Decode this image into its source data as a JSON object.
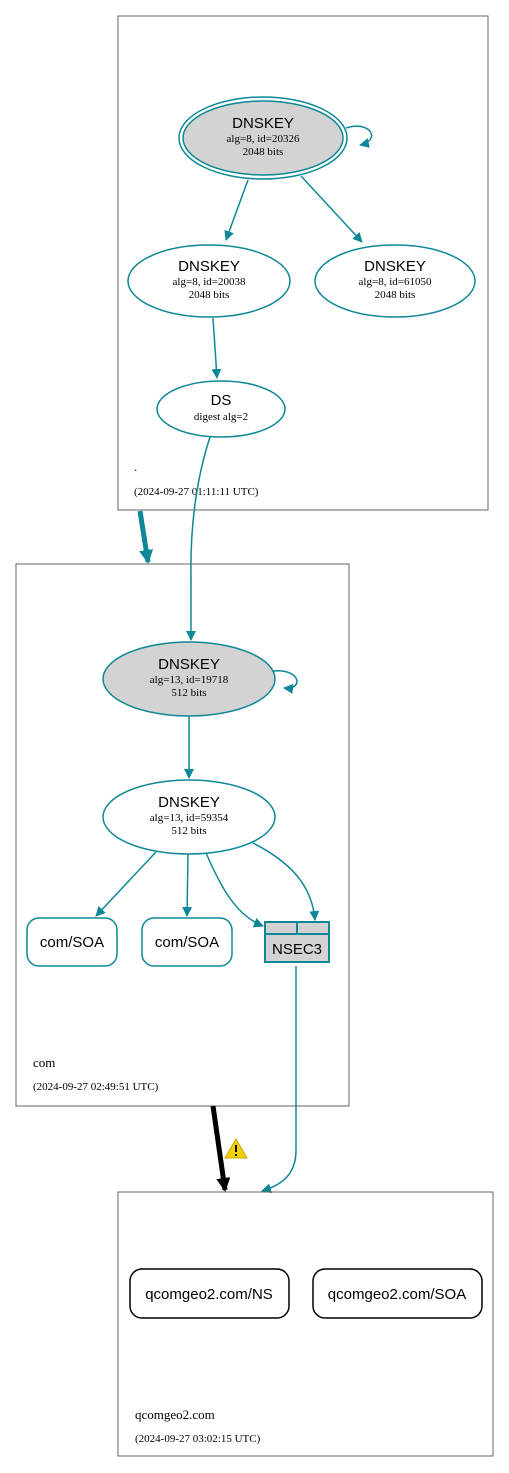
{
  "colors": {
    "edge": "#0e8896",
    "ksk_fill": "#d3d3d3",
    "delegation": "#000000",
    "warning": "#f5d000",
    "box_border": "#666666"
  },
  "zones": {
    "root": {
      "name": ".",
      "timestamp": "(2024-09-27 01:11:11 UTC)",
      "ksk": {
        "title": "DNSKEY",
        "line1": "alg=8, id=20326",
        "line2": "2048 bits"
      },
      "zsk1": {
        "title": "DNSKEY",
        "line1": "alg=8, id=20038",
        "line2": "2048 bits"
      },
      "zsk2": {
        "title": "DNSKEY",
        "line1": "alg=8, id=61050",
        "line2": "2048 bits"
      },
      "ds": {
        "title": "DS",
        "line1": "digest alg=2"
      }
    },
    "com": {
      "name": "com",
      "timestamp": "(2024-09-27 02:49:51 UTC)",
      "ksk": {
        "title": "DNSKEY",
        "line1": "alg=13, id=19718",
        "line2": "512 bits"
      },
      "zsk": {
        "title": "DNSKEY",
        "line1": "alg=13, id=59354",
        "line2": "512 bits"
      },
      "soa1": "com/SOA",
      "soa2": "com/SOA",
      "nsec3": "NSEC3"
    },
    "qcomgeo2": {
      "name": "qcomgeo2.com",
      "timestamp": "(2024-09-27 03:02:15 UTC)",
      "ns": "qcomgeo2.com/NS",
      "soa": "qcomgeo2.com/SOA"
    }
  },
  "icons": {
    "warning": "warning-icon"
  }
}
